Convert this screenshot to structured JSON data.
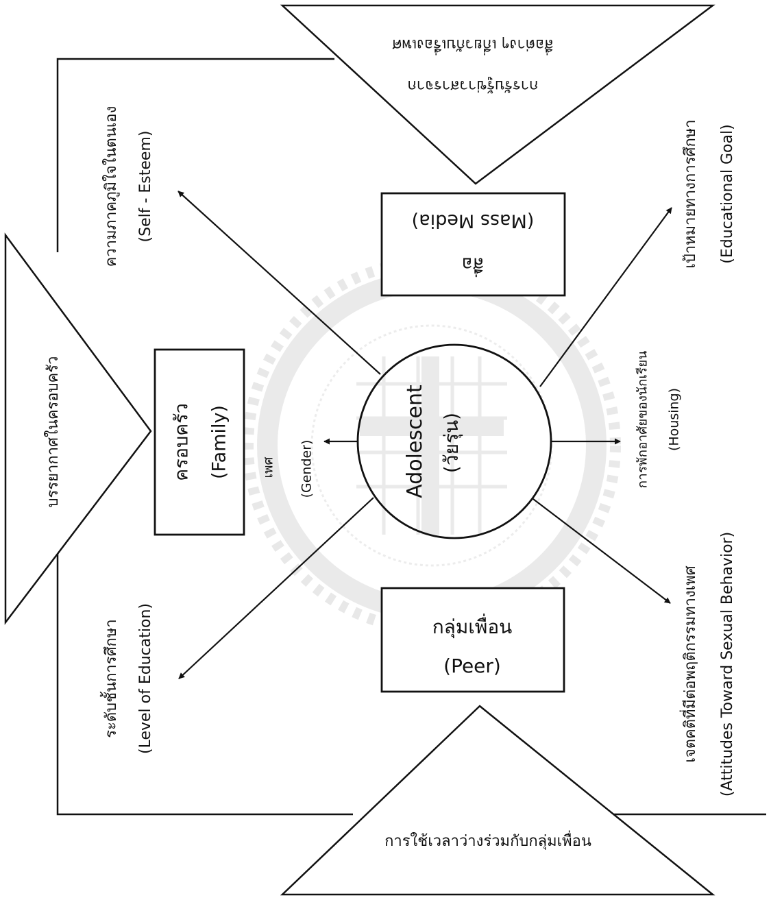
{
  "center": {
    "title": "Adolescent",
    "subtitle": "(วัยรุ่น)"
  },
  "boxes": {
    "family": {
      "thai": "ครอบครัว",
      "english": "(Family)"
    },
    "media": {
      "thai": "สื่อ",
      "english": "(Mass Media)"
    },
    "peer": {
      "thai": "กลุ่มเพื่อน",
      "english": "(Peer)"
    }
  },
  "triangles": {
    "family_climate": "บรรยากาศในครอบครัว",
    "media_learning_line1": "การรับรู้ข่าวสารจาก",
    "media_learning_line2": "สื่อต่างๆ เกี่ยวกับเรื่องเพศ",
    "peer_leisure": "การใช้เวลาว่างร่วมกับกลุ่มเพื่อน"
  },
  "factors": {
    "self_esteem": {
      "thai": "ความภาคภูมิใจในตนเอง",
      "english": "(Self - Esteem)"
    },
    "education_level": {
      "thai": "ระดับชั้นการศึกษา",
      "english": "(Level of Education)"
    },
    "educational_goal": {
      "thai": "เป้าหมายทางการศึกษา",
      "english": "(Educational Goal)"
    },
    "attitudes": {
      "thai": "เจตคติที่มีต่อพฤติกรรมทางเพศ",
      "english": "(Attitudes  Toward Sexual Behavior)"
    },
    "gender": {
      "thai": "เพศ",
      "english": "(Gender)"
    },
    "housing": {
      "thai": "การพักอาศัยของนักเรียน",
      "english": "(Housing)"
    }
  }
}
